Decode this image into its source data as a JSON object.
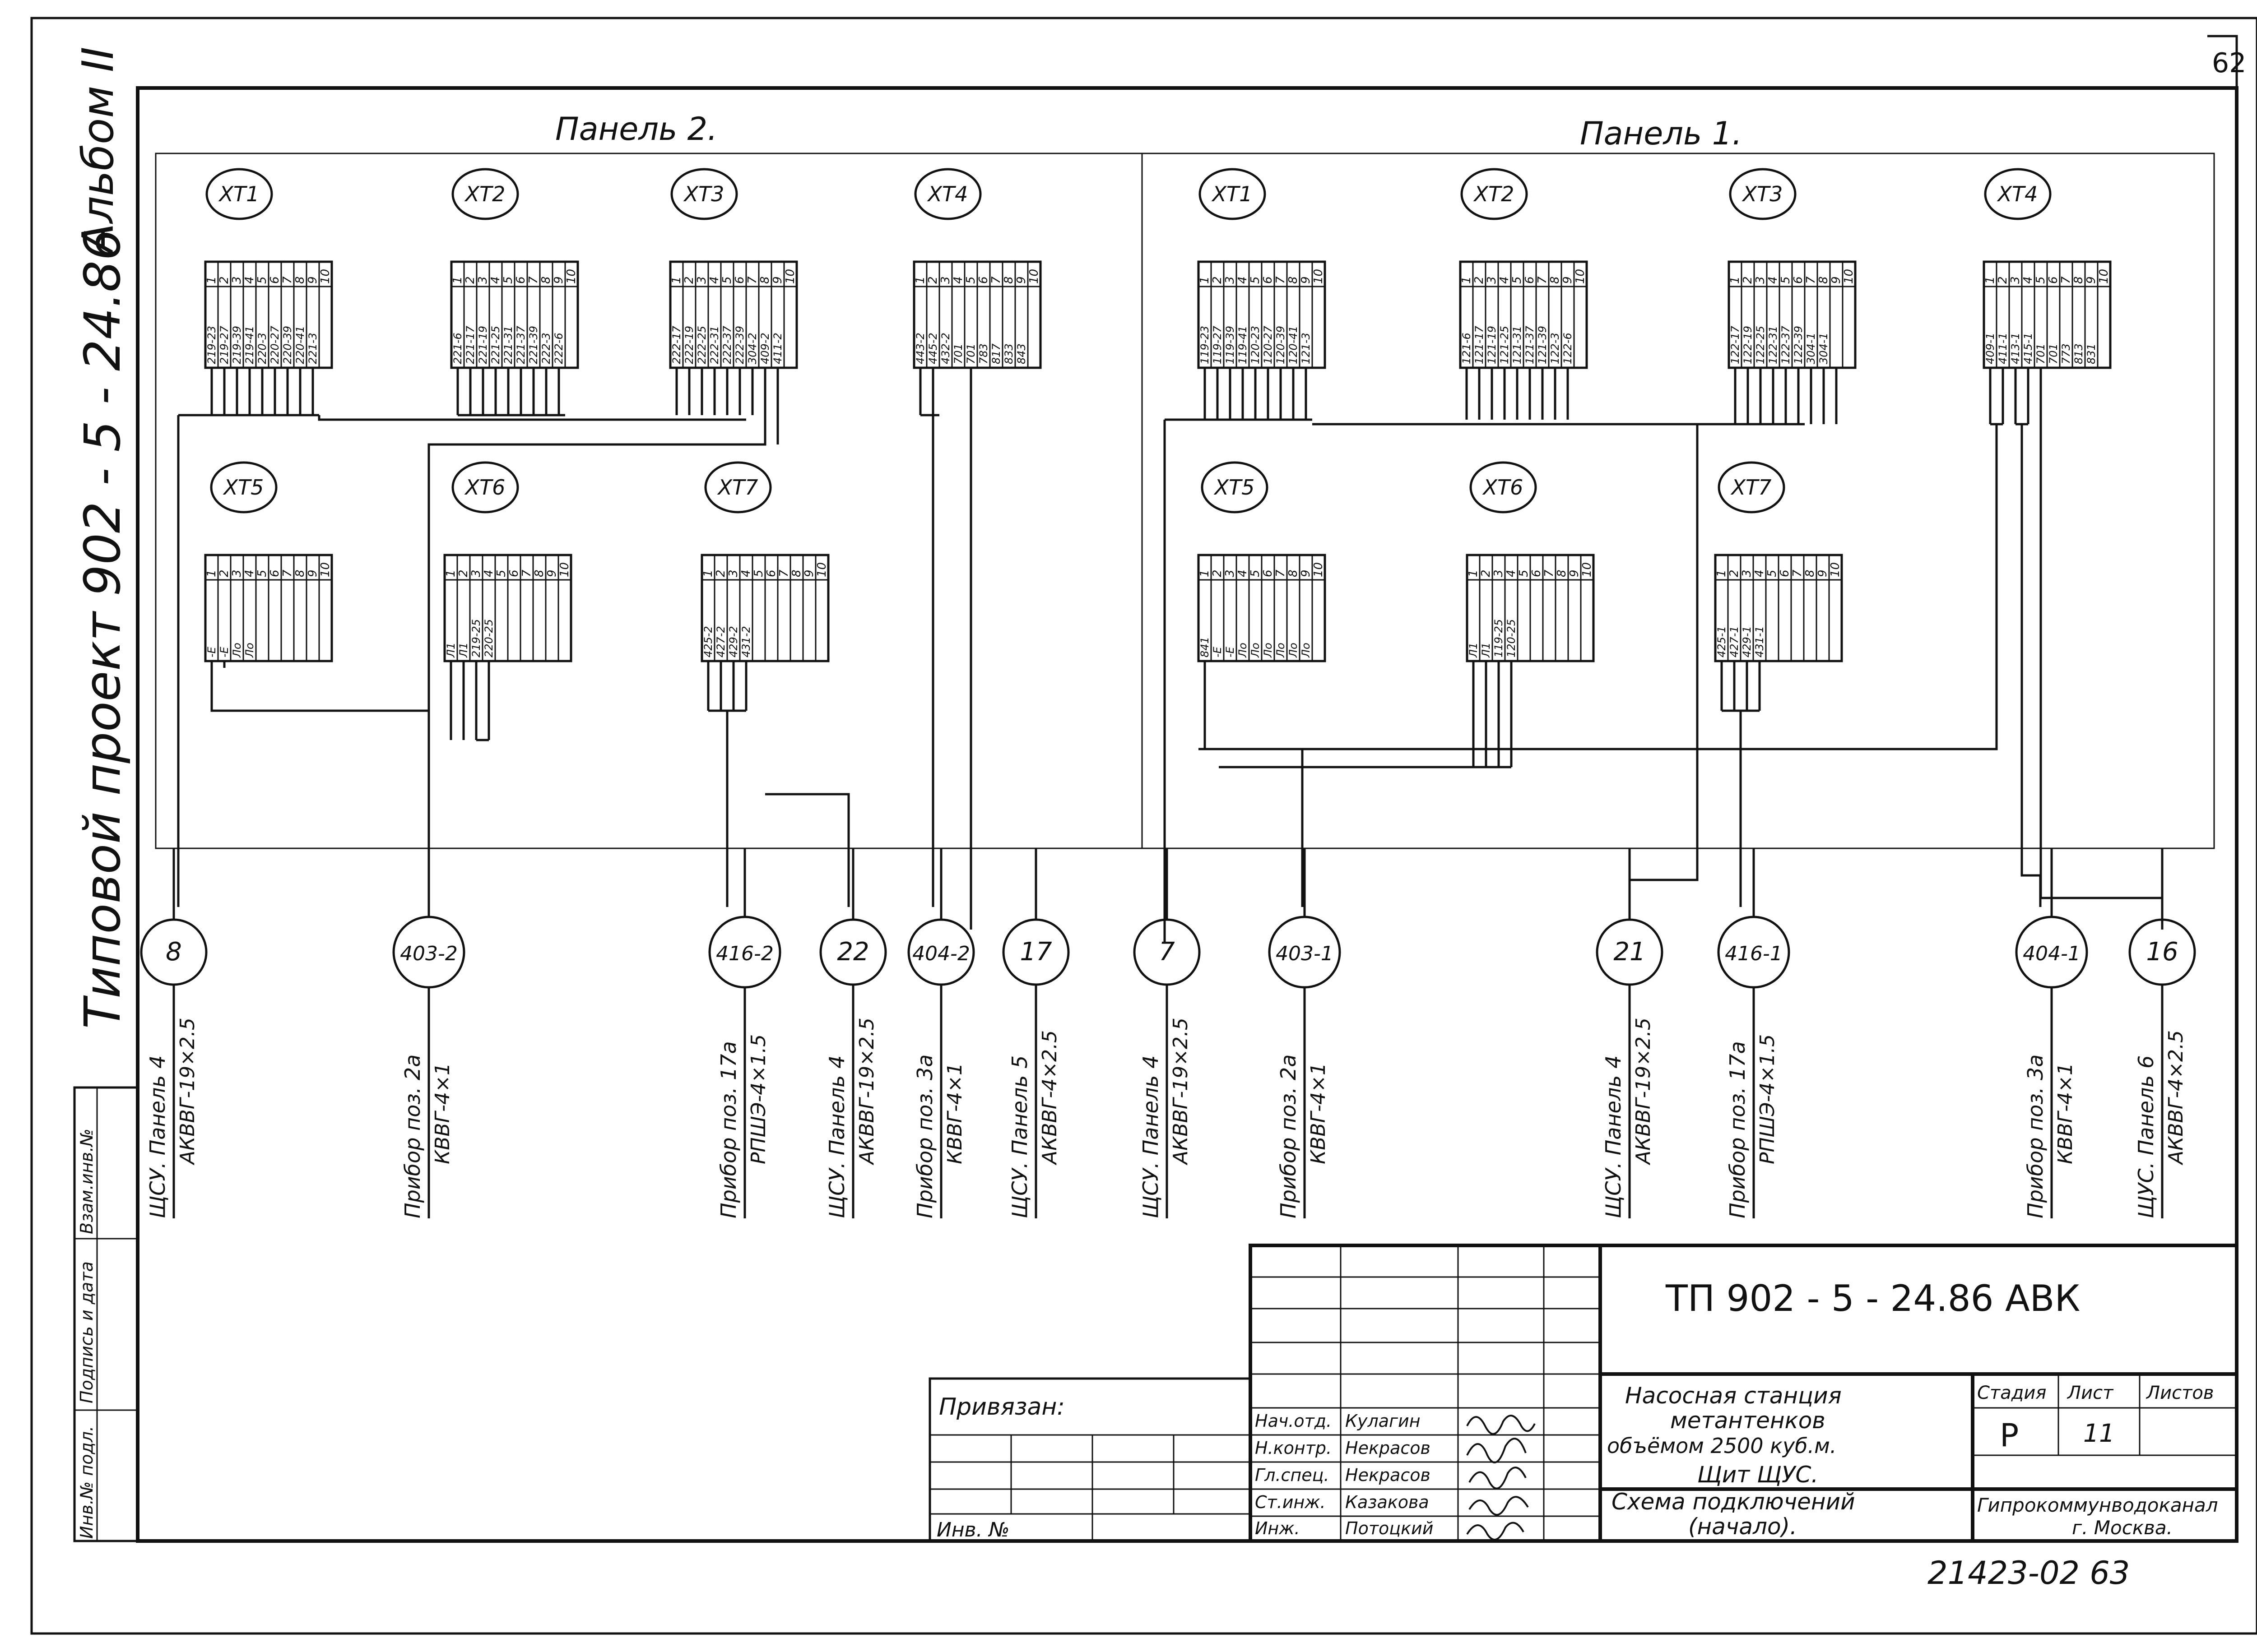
{
  "sheet_corner": "62",
  "side_title": {
    "album": "Альбом II",
    "project": "Типовой  проект  902 - 5 - 24.86"
  },
  "side_stamp": [
    "Инв.№ подл.",
    "Подпись и дата",
    "Взам.инв.№"
  ],
  "panels": [
    {
      "title": "Панель 2.",
      "top_blocks": [
        {
          "tag": "XT1",
          "nums": [
            "1",
            "2",
            "3",
            "4",
            "5",
            "6",
            "7",
            "8",
            "9",
            "10"
          ],
          "wires": [
            "219-23",
            "219-27",
            "219-39",
            "219-41",
            "220-3",
            "220-27",
            "220-39",
            "220-41",
            "221-3",
            ""
          ]
        },
        {
          "tag": "XT2",
          "nums": [
            "1",
            "2",
            "3",
            "4",
            "5",
            "6",
            "7",
            "8",
            "9",
            "10"
          ],
          "wires": [
            "221-6",
            "221-17",
            "221-19",
            "221-25",
            "221-31",
            "221-37",
            "221-39",
            "222-3",
            "222-6",
            ""
          ]
        },
        {
          "tag": "XT3",
          "nums": [
            "1",
            "2",
            "3",
            "4",
            "5",
            "6",
            "7",
            "8",
            "9",
            "10"
          ],
          "wires": [
            "222-17",
            "222-19",
            "222-25",
            "222-31",
            "222-37",
            "222-39",
            "304-2",
            "409-2",
            "411-2",
            ""
          ]
        },
        {
          "tag": "XT4",
          "nums": [
            "1",
            "2",
            "3",
            "4",
            "5",
            "6",
            "7",
            "8",
            "9",
            "10"
          ],
          "wires": [
            "443-2",
            "445-2",
            "432-2",
            "701",
            "701",
            "783",
            "817",
            "833",
            "843",
            ""
          ]
        }
      ],
      "bottom_blocks": [
        {
          "tag": "XT5",
          "nums": [
            "1",
            "2",
            "3",
            "4",
            "5",
            "6",
            "7",
            "8",
            "9",
            "10"
          ],
          "wires": [
            "-E",
            "-E",
            "Ло",
            "Ло",
            "",
            "",
            "",
            "",
            "",
            ""
          ]
        },
        {
          "tag": "XT6",
          "nums": [
            "1",
            "2",
            "3",
            "4",
            "5",
            "6",
            "7",
            "8",
            "9",
            "10"
          ],
          "wires": [
            "Л1",
            "Л1",
            "219-25",
            "220-25",
            "",
            "",
            "",
            "",
            "",
            ""
          ]
        },
        {
          "tag": "XT7",
          "nums": [
            "1",
            "2",
            "3",
            "4",
            "5",
            "6",
            "7",
            "8",
            "9",
            "10"
          ],
          "wires": [
            "425-2",
            "427-2",
            "429-2",
            "431-2",
            "",
            "",
            "",
            "",
            "",
            ""
          ]
        }
      ]
    },
    {
      "title": "Панель 1.",
      "top_blocks": [
        {
          "tag": "XT1",
          "nums": [
            "1",
            "2",
            "3",
            "4",
            "5",
            "6",
            "7",
            "8",
            "9",
            "10"
          ],
          "wires": [
            "119-23",
            "119-27",
            "119-39",
            "119-41",
            "120-23",
            "120-27",
            "120-39",
            "120-41",
            "121-3",
            ""
          ]
        },
        {
          "tag": "XT2",
          "nums": [
            "1",
            "2",
            "3",
            "4",
            "5",
            "6",
            "7",
            "8",
            "9",
            "10"
          ],
          "wires": [
            "121-6",
            "121-17",
            "121-19",
            "121-25",
            "121-31",
            "121-37",
            "121-39",
            "122-3",
            "122-6",
            ""
          ]
        },
        {
          "tag": "XT3",
          "nums": [
            "1",
            "2",
            "3",
            "4",
            "5",
            "6",
            "7",
            "8",
            "9",
            "10"
          ],
          "wires": [
            "122-17",
            "122-19",
            "122-25",
            "122-31",
            "122-37",
            "122-39",
            "304-1",
            "304-1",
            ""
          ]
        },
        {
          "tag": "XT4",
          "nums": [
            "1",
            "2",
            "3",
            "4",
            "5",
            "6",
            "7",
            "8",
            "9",
            "10"
          ],
          "wires": [
            "409-1",
            "411-1",
            "413-1",
            "415-1",
            "701",
            "701",
            "773",
            "813",
            "831",
            ""
          ]
        }
      ],
      "bottom_blocks": [
        {
          "tag": "XT5",
          "nums": [
            "1",
            "2",
            "3",
            "4",
            "5",
            "6",
            "7",
            "8",
            "9",
            "10"
          ],
          "wires": [
            "841",
            "-E",
            "-E",
            "Ло",
            "Ло",
            "Ло",
            "Ло",
            "Ло",
            "Ло",
            ""
          ]
        },
        {
          "tag": "XT6",
          "nums": [
            "1",
            "2",
            "3",
            "4",
            "5",
            "6",
            "7",
            "8",
            "9",
            "10"
          ],
          "wires": [
            "Л1",
            "Л1",
            "119-25",
            "120-25",
            "",
            "",
            "",
            "",
            "",
            ""
          ]
        },
        {
          "tag": "XT7",
          "nums": [
            "1",
            "2",
            "3",
            "4",
            "5",
            "6",
            "7",
            "8",
            "9",
            "10"
          ],
          "wires": [
            "425-1",
            "427-1",
            "429-1",
            "431-1",
            "",
            "",
            "",
            "",
            "",
            ""
          ]
        }
      ]
    }
  ],
  "cables": [
    {
      "id": "8",
      "line1": "ЩСУ. Панель 4",
      "line2": "АКВВГ-19×2.5"
    },
    {
      "id": "403-2",
      "line1": "Прибор  поз. 2а",
      "line2": "КВВГ-4×1"
    },
    {
      "id": "416-2",
      "line1": "Прибор  поз. 17а",
      "line2": "РПШЭ-4×1.5"
    },
    {
      "id": "22",
      "line1": "ЩСУ. Панель 4",
      "line2": "АКВВГ-19×2.5"
    },
    {
      "id": "404-2",
      "line1": "Прибор  поз. 3а",
      "line2": "КВВГ-4×1"
    },
    {
      "id": "17",
      "line1": "ЩСУ. Панель 5",
      "line2": "АКВВГ-4×2.5"
    },
    {
      "id": "7",
      "line1": "ЩСУ. Панель 4",
      "line2": "АКВВГ-19×2.5"
    },
    {
      "id": "403-1",
      "line1": "Прибор  поз. 2а",
      "line2": "КВВГ-4×1"
    },
    {
      "id": "21",
      "line1": "ЩСУ. Панель 4",
      "line2": "АКВВГ-19×2.5"
    },
    {
      "id": "416-1",
      "line1": "Прибор  поз. 17а",
      "line2": "РПШЭ-4×1.5"
    },
    {
      "id": "404-1",
      "line1": "Прибор  поз. 3а",
      "line2": "КВВГ-4×1"
    },
    {
      "id": "16",
      "line1": "ЩУС. Панель 6",
      "line2": "АКВВГ-4×2.5"
    }
  ],
  "title_block": {
    "code": "ТП  902 - 5 - 24.86      АВК",
    "privyazan": "Привязан:",
    "inv": "Инв. №",
    "roles": [
      {
        "role": "Нач.отд.",
        "name": "Кулагин"
      },
      {
        "role": "Н.контр.",
        "name": "Некрасов"
      },
      {
        "role": "Гл.спец.",
        "name": "Некрасов"
      },
      {
        "role": "Ст.инж.",
        "name": "Казакова"
      },
      {
        "role": "Инж.",
        "name": "Потоцкий"
      }
    ],
    "object_lines": [
      "Насосная  станция",
      "метантенков",
      "объёмом      2500 куб.м."
    ],
    "drawing_lines": [
      "Щит  ЩУС.",
      "Схема   подключений",
      "(начало)."
    ],
    "stage_label": "Стадия",
    "sheet_label": "Лист",
    "sheets_label": "Листов",
    "stage": "Р",
    "sheet": "11",
    "org_lines": [
      "Гипрокоммунводоканал",
      "г. Москва."
    ]
  },
  "footer": "21423-02     63"
}
